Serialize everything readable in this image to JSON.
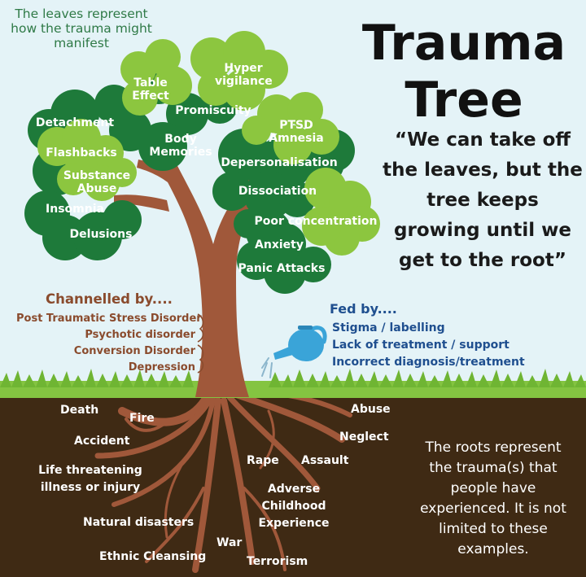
{
  "leaves_caption": "The leaves represent how the trauma might manifest",
  "title_line1": "Trauma",
  "title_line2": "Tree",
  "quote": "“We can take off the leaves, but the tree keeps growing until we get to the root”",
  "leaves": [
    {
      "label": "Hyper\nvigilance"
    },
    {
      "label": "Table\nEffect"
    },
    {
      "label": "Promiscuity"
    },
    {
      "label": "Detachment"
    },
    {
      "label": "PTSD\nAmnesia"
    },
    {
      "label": "Body\nMemories"
    },
    {
      "label": "Flashbacks"
    },
    {
      "label": "Depersonalisation"
    },
    {
      "label": "Substance\nAbuse"
    },
    {
      "label": "Dissociation"
    },
    {
      "label": "Insomnia"
    },
    {
      "label": "Poor concentration"
    },
    {
      "label": "Delusions"
    },
    {
      "label": "Anxiety"
    },
    {
      "label": "Panic Attacks"
    }
  ],
  "channelled": {
    "heading": "Channelled by....",
    "items": [
      "Post Traumatic Stress Disorder",
      "Psychotic disorder",
      "Conversion Disorder",
      "Depression"
    ]
  },
  "fed": {
    "heading": "Fed by....",
    "items": [
      "Stigma / labelling",
      "Lack of treatment / support",
      "Incorrect diagnosis/treatment"
    ]
  },
  "roots": [
    {
      "label": "Death"
    },
    {
      "label": "Fire"
    },
    {
      "label": "Abuse"
    },
    {
      "label": "Neglect"
    },
    {
      "label": "Accident"
    },
    {
      "label": "Rape"
    },
    {
      "label": "Assault"
    },
    {
      "label": "Life threatening\nillness or injury"
    },
    {
      "label": "Adverse\nChildhood\nExperience"
    },
    {
      "label": "Natural disasters"
    },
    {
      "label": "War"
    },
    {
      "label": "Ethnic Cleansing"
    },
    {
      "label": "Terrorism"
    }
  ],
  "roots_caption": "The roots represent the trauma(s) that people have experienced. It is not limited to these examples.",
  "colors": {
    "sky": "#e4f3f7",
    "soil": "#3f2a14",
    "grass": "#84c441",
    "trunk": "#a0583a",
    "leaf_dark": "#1e7a3a",
    "leaf_light": "#8cc63f",
    "can": "#3aa4d8"
  }
}
